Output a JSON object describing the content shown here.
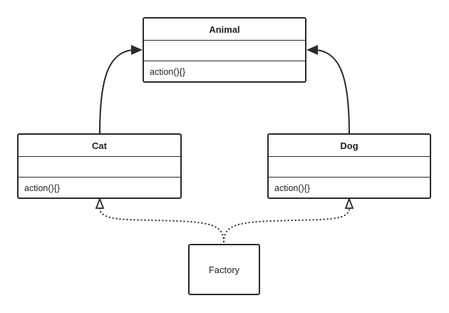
{
  "classes": {
    "animal": {
      "name": "Animal",
      "attributes": "",
      "operation": "action(){}"
    },
    "cat": {
      "name": "Cat",
      "attributes": "",
      "operation": "action(){}"
    },
    "dog": {
      "name": "Dog",
      "attributes": "",
      "operation": "action(){}"
    }
  },
  "factory": {
    "label": "Factory"
  },
  "relations": [
    {
      "from": "Cat",
      "to": "Animal",
      "type": "inheritance"
    },
    {
      "from": "Dog",
      "to": "Animal",
      "type": "inheritance"
    },
    {
      "from": "Factory",
      "to": "Cat",
      "type": "dependency"
    },
    {
      "from": "Factory",
      "to": "Dog",
      "type": "dependency"
    }
  ]
}
